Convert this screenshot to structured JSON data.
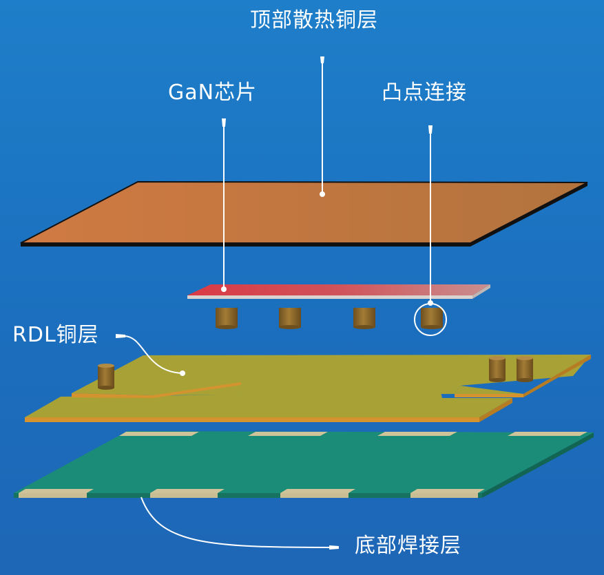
{
  "labels": {
    "top_copper": "顶部散热铜层",
    "gan_chip": "GaN芯片",
    "bump": "凸点连接",
    "rdl_copper": "RDL铜层",
    "bottom_solder": "底部焊接层"
  },
  "colors": {
    "background_top": "#1e7ec9",
    "background_bottom": "#1e66b6",
    "top_copper_layer": "#c0763f",
    "gan_chip": "#d0474a",
    "bump_pillar": "#8f6a2c",
    "rdl_copper_layer": "#a8a236",
    "bottom_solder_layer": "#1b8c77",
    "solder_pad": "#cfc39a",
    "leader_line": "#ffffff"
  }
}
